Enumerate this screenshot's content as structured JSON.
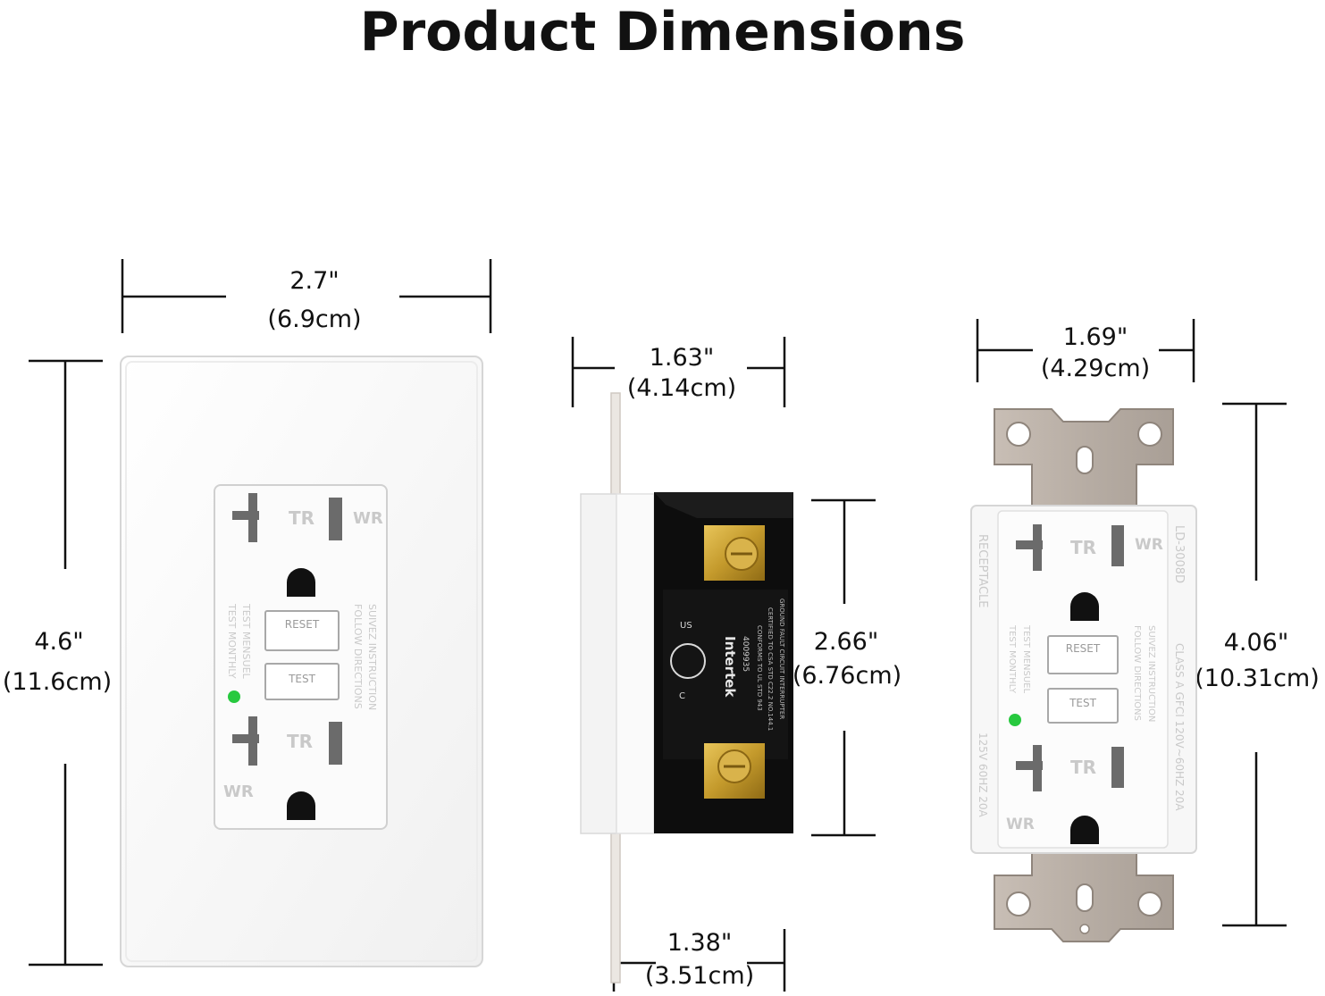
{
  "page": {
    "title": "Product Dimensions"
  },
  "dimensions": {
    "plate_width": {
      "inches": "2.7\"",
      "cm": "(6.9cm)"
    },
    "plate_height": {
      "inches": "4.6\"",
      "cm": "(11.6cm)"
    },
    "side_depth": {
      "inches": "1.63\"",
      "cm": "(4.14cm)"
    },
    "side_height": {
      "inches": "2.66\"",
      "cm": "(6.76cm)"
    },
    "side_body": {
      "inches": "1.38\"",
      "cm": "(3.51cm)"
    },
    "front_width": {
      "inches": "1.69\"",
      "cm": "(4.29cm)"
    },
    "front_height": {
      "inches": "4.06\"",
      "cm": "(10.31cm)"
    }
  },
  "outlet_labels": {
    "tr": "TR",
    "wr": "WR",
    "reset": "RESET",
    "test": "TEST",
    "monthly": "TEST MONTHLY",
    "mensuel": "TEST MENSUEL",
    "follow": "FOLLOW DIRECTIONS",
    "suivez": "SUIVEZ INSTRUCTION",
    "receptacle": "RECEPTACLE",
    "model": "LD-3008D",
    "rating_left": "125V  60HZ  20A",
    "rating_right": "CLASS A GFCI  120V~60HZ  20A"
  },
  "side_labels": {
    "brand": "Intertek",
    "number": "4009935",
    "c_mark": "C",
    "us_mark": "US",
    "line1": "CONFORMS TO UL STD 943",
    "line2": "CERTIFIED TO CSA STD C22.2 NO.144.1",
    "line3": "GROUND FAULT CIRCUIT INTERRUPTER"
  },
  "colors": {
    "plate": "#f7f7f7",
    "plate_edge": "#d8d8d8",
    "slot": "#6b6b6b",
    "ground_hole": "#111111",
    "indicator_led": "#27c93f",
    "metal_strap": "#bdb3aa",
    "strap_edge": "#8f857c",
    "housing_black": "#0d0d0d",
    "brass_screw": "#c9a23a"
  }
}
